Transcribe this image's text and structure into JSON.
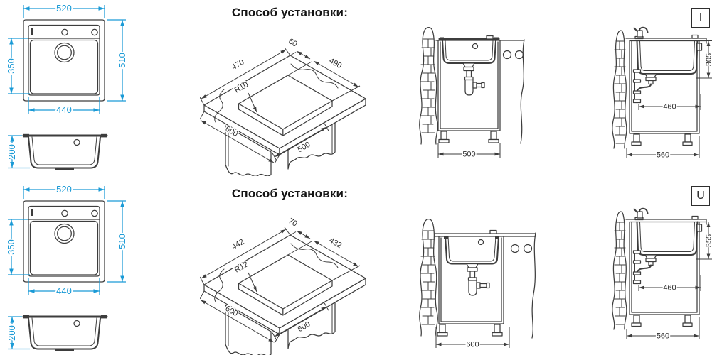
{
  "colors": {
    "dimension_accent": "#1a9ad6",
    "drawing_line": "#3d3d3d"
  },
  "rows": [
    {
      "badge": "I",
      "title": "Способ установки:",
      "top_view": {
        "width": "520",
        "height": "510",
        "bowl_length": "350",
        "bowl_width": "440"
      },
      "side_view": {
        "depth": "200"
      },
      "cutout": {
        "back_offset": "60",
        "width": "490",
        "length": "470",
        "corner_radius": "R10",
        "front_width": "600",
        "cabinet_depth": "500"
      },
      "front_section": {
        "cabinet_width": "500"
      },
      "side_section": {
        "sink_depth": "305",
        "trap_offset": "460",
        "cabinet_depth": "560"
      }
    },
    {
      "badge": "U",
      "title": "Способ установки:",
      "top_view": {
        "width": "520",
        "height": "510",
        "bowl_length": "350",
        "bowl_width": "440"
      },
      "side_view": {
        "depth": "200"
      },
      "cutout": {
        "back_offset": "70",
        "width": "432",
        "length": "442",
        "corner_radius": "R12",
        "front_width": "600",
        "cabinet_depth": "600"
      },
      "front_section": {
        "cabinet_width": "600"
      },
      "side_section": {
        "sink_depth": "355",
        "trap_offset": "460",
        "cabinet_depth": "560"
      }
    }
  ]
}
